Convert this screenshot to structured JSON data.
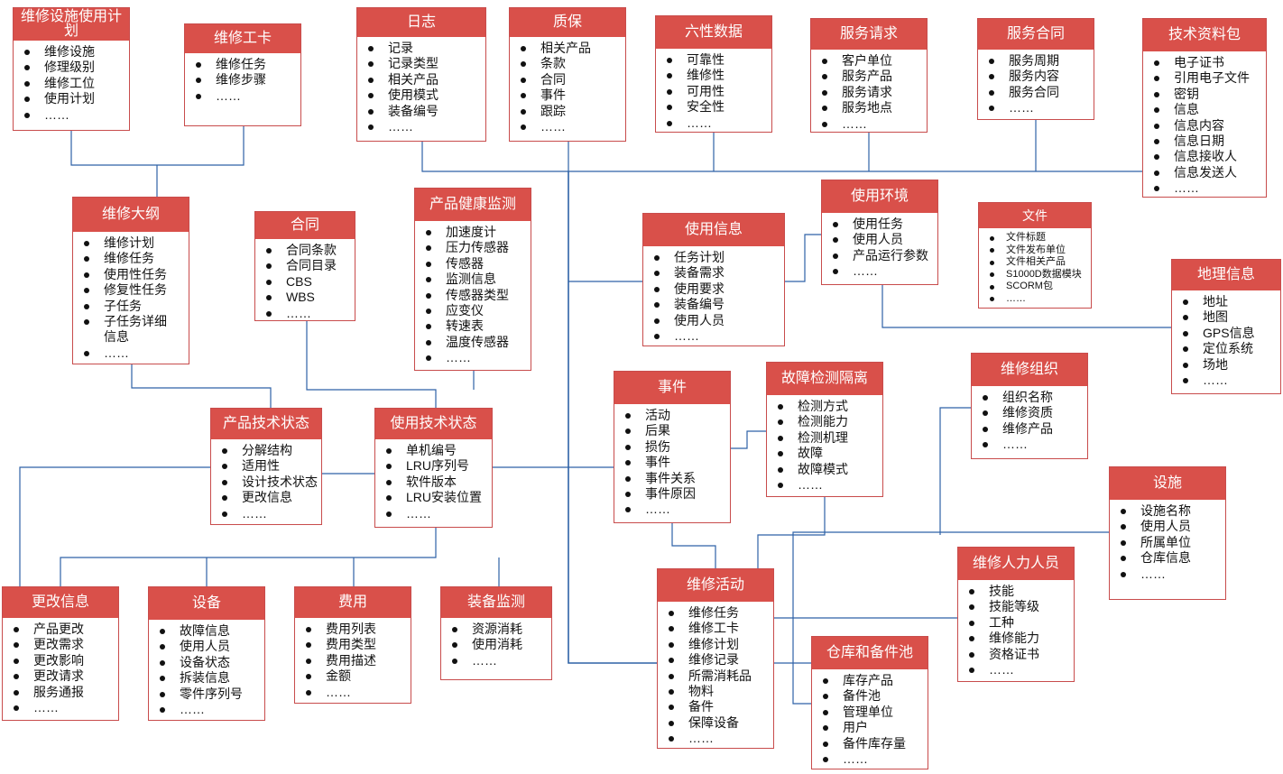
{
  "entities": [
    {
      "id": "maint-facility-plan",
      "title": "维修设施使用计划",
      "items": [
        "维修设施",
        "修理级别",
        "维修工位",
        "使用计划",
        "……"
      ]
    },
    {
      "id": "maint-work-card",
      "title": "维修工卡",
      "items": [
        "维修任务",
        "维修步骤",
        "……"
      ]
    },
    {
      "id": "log",
      "title": "日志",
      "items": [
        "记录",
        "记录类型",
        "相关产品",
        "使用模式",
        "装备编号",
        "……"
      ]
    },
    {
      "id": "warranty",
      "title": "质保",
      "items": [
        "相关产品",
        "条款",
        "合同",
        "事件",
        "跟踪",
        "……"
      ]
    },
    {
      "id": "six-properties",
      "title": "六性数据",
      "items": [
        "可靠性",
        "维修性",
        "可用性",
        "安全性",
        "……"
      ]
    },
    {
      "id": "service-request",
      "title": "服务请求",
      "items": [
        "客户单位",
        "服务产品",
        "服务请求",
        "服务地点",
        "……"
      ]
    },
    {
      "id": "service-contract",
      "title": "服务合同",
      "items": [
        "服务周期",
        "服务内容",
        "服务合同",
        "……"
      ]
    },
    {
      "id": "tech-data-package",
      "title": "技术资料包",
      "items": [
        "电子证书",
        "引用电子文件",
        "密钥",
        "信息",
        "信息内容",
        "信息日期",
        "信息接收人",
        "信息发送人",
        "……"
      ]
    },
    {
      "id": "maint-outline",
      "title": "维修大纲",
      "items": [
        "维修计划",
        "维修任务",
        "使用性任务",
        "修复性任务",
        "子任务",
        "子任务详细信息",
        "……"
      ]
    },
    {
      "id": "contract",
      "title": "合同",
      "items": [
        "合同条款",
        "合同目录",
        "CBS",
        "WBS",
        "……"
      ]
    },
    {
      "id": "health-monitoring",
      "title": "产品健康监测",
      "items": [
        "加速度计",
        "压力传感器",
        "传感器",
        "监测信息",
        "传感器类型",
        "应变仪",
        "转速表",
        "温度传感器",
        "……"
      ]
    },
    {
      "id": "usage-info",
      "title": "使用信息",
      "items": [
        "任务计划",
        "装备需求",
        "使用要求",
        "装备编号",
        "使用人员",
        "……"
      ]
    },
    {
      "id": "usage-env",
      "title": "使用环境",
      "items": [
        "使用任务",
        "使用人员",
        "产品运行参数",
        "……"
      ]
    },
    {
      "id": "file",
      "title": "文件",
      "items": [
        "文件标题",
        "文件发布单位",
        "文件相关产品",
        "S1000D数据模块",
        "SCORM包",
        "……"
      ]
    },
    {
      "id": "geo-info",
      "title": "地理信息",
      "items": [
        "地址",
        "地图",
        "GPS信息",
        "定位系统",
        "场地",
        "……"
      ]
    },
    {
      "id": "maint-org",
      "title": "维修组织",
      "items": [
        "组织名称",
        "维修资质",
        "维修产品",
        "……"
      ]
    },
    {
      "id": "fault-detect",
      "title": "故障检测隔离",
      "items": [
        "检测方式",
        "检测能力",
        "检测机理",
        "故障",
        "故障模式",
        "……"
      ]
    },
    {
      "id": "event",
      "title": "事件",
      "items": [
        "活动",
        "后果",
        "损伤",
        "事件",
        "事件关系",
        "事件原因",
        "……"
      ]
    },
    {
      "id": "product-tech-state",
      "title": "产品技术状态",
      "items": [
        "分解结构",
        "适用性",
        "设计技术状态",
        "更改信息",
        "……"
      ]
    },
    {
      "id": "usage-tech-state",
      "title": "使用技术状态",
      "items": [
        "单机编号",
        "LRU序列号",
        "软件版本",
        "LRU安装位置",
        "……"
      ]
    },
    {
      "id": "facility",
      "title": "设施",
      "items": [
        "设施名称",
        "使用人员",
        "所属单位",
        "仓库信息",
        "……"
      ]
    },
    {
      "id": "change-info",
      "title": "更改信息",
      "items": [
        "产品更改",
        "更改需求",
        "更改影响",
        "更改请求",
        "服务通报",
        "……"
      ]
    },
    {
      "id": "equipment",
      "title": "设备",
      "items": [
        "故障信息",
        "使用人员",
        "设备状态",
        "拆装信息",
        "零件序列号",
        "……"
      ]
    },
    {
      "id": "cost",
      "title": "费用",
      "items": [
        "费用列表",
        "费用类型",
        "费用描述",
        "金额",
        "……"
      ]
    },
    {
      "id": "equipment-monitoring",
      "title": "装备监测",
      "items": [
        "资源消耗",
        "使用消耗",
        "……"
      ]
    },
    {
      "id": "maint-activity",
      "title": "维修活动",
      "items": [
        "维修任务",
        "维修工卡",
        "维修计划",
        "维修记录",
        "所需消耗品",
        "物料",
        "备件",
        "保障设备",
        "……"
      ]
    },
    {
      "id": "maint-personnel",
      "title": "维修人力人员",
      "items": [
        "技能",
        "技能等级",
        "工种",
        "维修能力",
        "资格证书",
        "……"
      ]
    },
    {
      "id": "warehouse-spares",
      "title": "仓库和备件池",
      "items": [
        "库存产品",
        "备件池",
        "管理单位",
        "用户",
        "备件库存量",
        "……"
      ]
    }
  ]
}
